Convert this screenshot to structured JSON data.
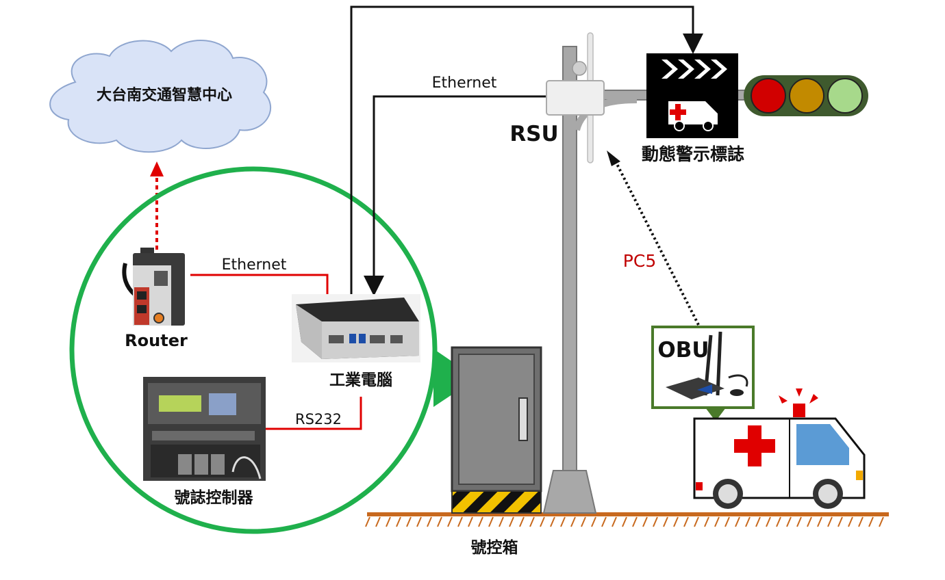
{
  "labels": {
    "cloud": "大台南交通智慧中心",
    "ethernet_top": "Ethernet",
    "ethernet_router": "Ethernet",
    "rsu": "RSU",
    "sign": "動態警示標誌",
    "pc5": "PC5",
    "obu": "OBU",
    "router": "Router",
    "ipc": "工業電腦",
    "rs232": "RS232",
    "controller": "號誌控制器",
    "cabinet": "號控箱"
  },
  "colors": {
    "green_circle": "#1fb04c",
    "red_link": "#e00000",
    "black_link": "#111111",
    "pc5_text": "#c00000",
    "cloud_fill": "#d9e3f7",
    "cloud_stroke": "#8fa6cf",
    "ground": "#c8691e",
    "obu_frame": "#4a7a2a"
  }
}
